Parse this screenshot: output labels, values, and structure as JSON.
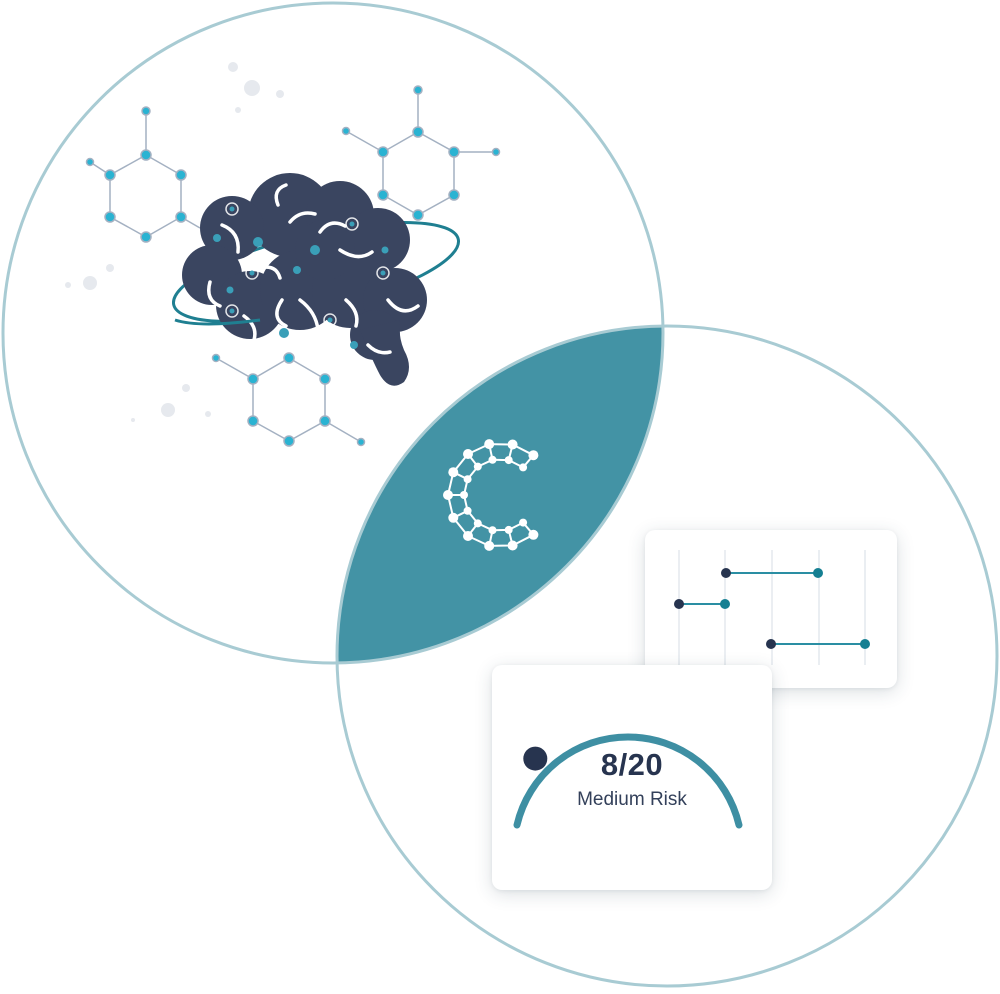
{
  "colors": {
    "circle_outline": "#a8cbd3",
    "overlap_fill": "#4393a5",
    "brain": "#3a4560",
    "node_cyan": "#2ab3d2",
    "orbit": "#1f7f91",
    "dark_dot": "#27344f",
    "teal_dot": "#157f92"
  },
  "icons": {
    "brain": "brain-icon",
    "molecule": "molecule-icon",
    "logo": "c-molecule-logo-icon",
    "gauge": "gauge-icon",
    "timeline": "timeline-icon"
  },
  "risk_card": {
    "score": "8/20",
    "label": "Medium Risk",
    "gauge_fraction": 0.4
  }
}
